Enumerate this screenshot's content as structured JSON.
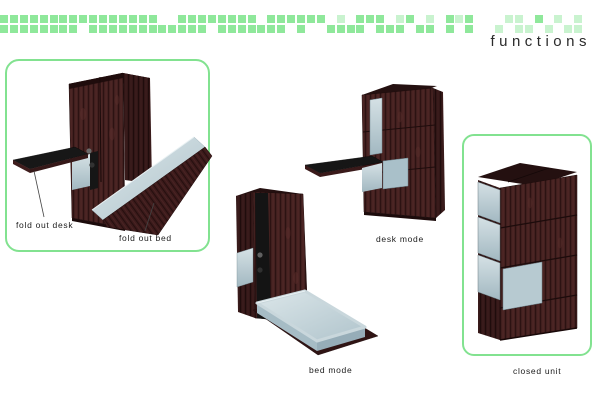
{
  "page": {
    "title": "functions"
  },
  "header": {
    "pattern_rows": [
      "################..########.######.o.###.o#.o.#o#...oo.#.o.o.",
      "########.############.#######.#..####.###.##.#.#..o.oo.o.oo."
    ],
    "pattern_square_color": "#8fe89b",
    "pattern_square_color_light": "#c9f3cf"
  },
  "panels": {
    "open_unit": {
      "desk_label": "fold out desk",
      "bed_label": "fold out bed"
    },
    "closed_unit": {
      "label": "closed unit"
    }
  },
  "figures": {
    "desk_mode": {
      "label": "desk mode"
    },
    "bed_mode": {
      "label": "bed mode"
    }
  },
  "colors": {
    "accent_green": "#82e290",
    "pattern_full": "#8fe89b",
    "pattern_light": "#c9f3cf",
    "wood_front": "#42201f",
    "wood_side": "#331717",
    "wood_top": "#241010",
    "panel_blue": "#c3d4da",
    "desk_black": "#171717",
    "label_text": "#1c1c1c"
  }
}
